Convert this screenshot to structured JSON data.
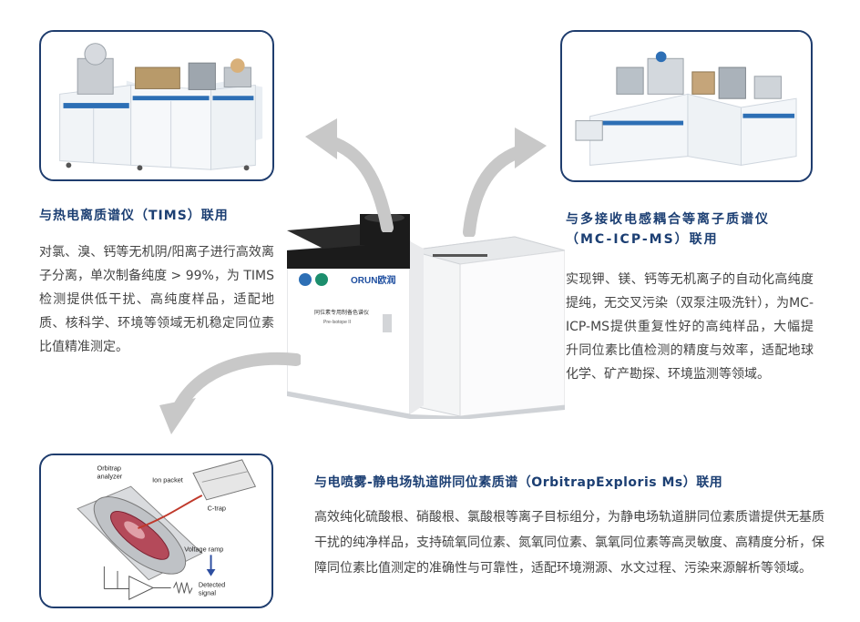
{
  "cards": {
    "tims": {
      "title": "与热电离质谱仪（TIMS）联用",
      "body": "对氯、溴、钙等无机阴/阳离子进行高效离子分离，单次制备纯度 > 99%，为 TIMS 检测提供低干扰、高纯度样品，适配地质、核科学、环境等领域无机稳定同位素比值精准测定。"
    },
    "mc_icp_ms": {
      "title": "与多接收电感耦合等离子质谱仪（MC-ICP-MS）联用",
      "body": "实现钾、镁、钙等无机离子的自动化高纯度提纯，无交叉污染（双泵注吸洗针），为MC-ICP-MS提供重复性好的高纯样品，大幅提升同位素比值检测的精度与效率，适配地球化学、矿产勘探、环境监测等领域。"
    },
    "orbitrap": {
      "title": "与电喷雾-静电场轨道阱同位素质谱（OrbitrapExploris Ms）联用",
      "body": "高效纯化硫酸根、硝酸根、氯酸根等离子目标组分，为静电场轨道肼同位素质谱提供无基质干扰的纯净样品，支持硫氧同位素、氮氧同位素、氯氧同位素等高灵敏度、高精度分析，保障同位素比值测定的准确性与可靠性，适配环境溯源、水文过程、污染来源解析等领域。"
    }
  },
  "diagram": {
    "label_analyzer": "Orbitrap\nanalyzer",
    "label_ion_packet": "Ion packet",
    "label_ctrap": "C-trap",
    "label_voltage": "Voltage ramp",
    "label_detected": "Detected\nsignal"
  },
  "device": {
    "brand": "ORUN欧润",
    "name": "同位素专用制备色谱仪",
    "model": "Pre-Isotope II"
  },
  "colors": {
    "title": "#1c3f73",
    "border": "#1f3d6e",
    "arrow": "#c8c8c8"
  }
}
